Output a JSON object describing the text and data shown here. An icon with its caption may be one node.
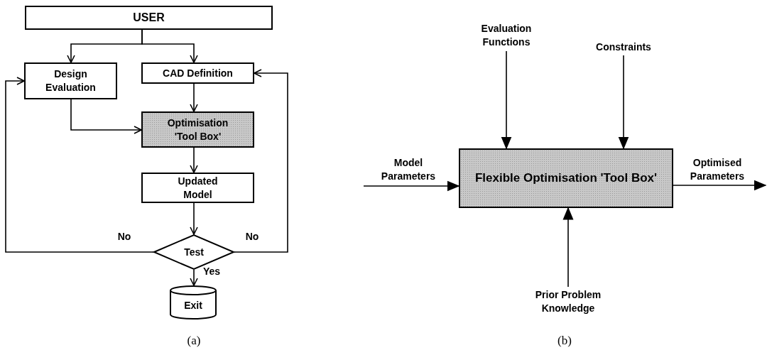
{
  "diagram": {
    "nodes": [
      {
        "text": [
          "USER"
        ]
      },
      {
        "text": [
          "Design Evaluation"
        ]
      },
      {
        "text": [
          "CAD Definition"
        ]
      },
      {
        "text": [
          "Optimisation 'Tool Box'"
        ]
      },
      {
        "text": [
          "Updated Model"
        ]
      },
      {
        "text": [
          "Test"
        ]
      },
      {
        "text": [
          "Exit"
        ]
      },
      {
        "text": [
          "Evaluation Functions"
        ]
      },
      {
        "text": [
          "Constraints"
        ]
      },
      {
        "text": [
          "Flexible Optimisation 'Tool Box'"
        ]
      },
      {
        "text": [
          "Prior Problem Knowledge"
        ]
      }
    ],
    "edges": [
      {
        "from": 0,
        "to": 1,
        "arrow": "to"
      },
      {
        "from": 0,
        "to": 2,
        "arrow": "to"
      },
      {
        "from": 1,
        "to": 3,
        "arrow": "to"
      },
      {
        "from": 2,
        "to": 3,
        "arrow": "to"
      },
      {
        "from": 3,
        "to": 4,
        "arrow": "to"
      },
      {
        "from": 4,
        "to": 5,
        "arrow": "to"
      },
      {
        "from": 5,
        "to": 1,
        "arrow": "to",
        "label": "No"
      },
      {
        "from": 5,
        "to": 2,
        "arrow": "to",
        "label": "No"
      },
      {
        "from": 5,
        "to": 6,
        "arrow": "to",
        "label": "Yes"
      },
      {
        "from": 7,
        "to": 9,
        "arrow": "to"
      },
      {
        "from": 8,
        "to": 9,
        "arrow": "to"
      },
      {
        "from": null,
        "to": 9,
        "arrow": "to",
        "label": "Model Parameters"
      },
      {
        "from": 9,
        "to": null,
        "arrow": "to",
        "label": "Optimised Parameters"
      },
      {
        "from": 10,
        "to": 9,
        "arrow": "to"
      }
    ],
    "labels": [
      "(a)",
      "(b)"
    ]
  }
}
